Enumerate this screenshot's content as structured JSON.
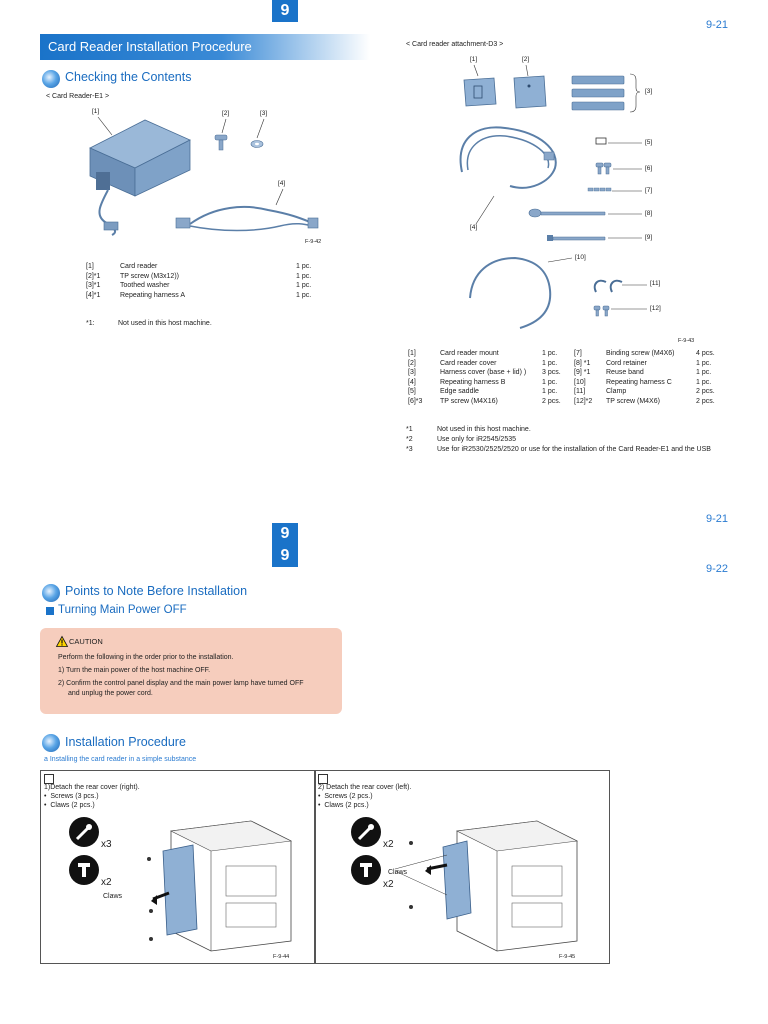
{
  "header": {
    "chapter_top": "9",
    "page_right_top": "9-21"
  },
  "left_section": {
    "title": "Card Reader Installation Procedure",
    "checking_heading": "Checking the Contents",
    "kit_label": "< Card Reader-E1 >",
    "fig_labels": [
      "[1]",
      "[2]",
      "[3]",
      "[4]"
    ],
    "fig_caption": "F-9-42",
    "items": [
      {
        "num": "[1]",
        "name": "Card reader",
        "qty": "1 pc."
      },
      {
        "num": "[2]*1",
        "name": "TP screw (M3x12))",
        "qty": "1 pc."
      },
      {
        "num": "[3]*1",
        "name": "Toothed washer",
        "qty": "1 pc."
      },
      {
        "num": "[4]*1",
        "name": "Repeating harness A",
        "qty": "1 pc."
      }
    ],
    "note_mark": "*1:",
    "note_text": "Not used in this host machine."
  },
  "right_section": {
    "kit_label": "< Card reader attachment-D3 >",
    "fig_labels": [
      "[1]",
      "[2]",
      "[3]",
      "[4]",
      "[5]",
      "[6]",
      "[7]",
      "[8]",
      "[9]",
      "[10]",
      "[11]",
      "[12]"
    ],
    "fig_caption": "F-9-43",
    "items_left": [
      {
        "num": "[1]",
        "name": "Card reader mount",
        "qty": "1 pc."
      },
      {
        "num": "[2]",
        "name": "Card reader cover",
        "qty": "1 pc."
      },
      {
        "num": "[3]",
        "name": "Harness cover (base + lid) )",
        "qty": "3 pcs."
      },
      {
        "num": "[4]",
        "name": "Repeating harness B",
        "qty": "1 pc."
      },
      {
        "num": "[5]",
        "name": "Edge saddle",
        "qty": "1 pc."
      },
      {
        "num": "[6]*3",
        "name": "TP screw (M4X16)",
        "qty": "2 pcs."
      }
    ],
    "items_right": [
      {
        "num": "[7]",
        "name": "Binding screw (M4X6)",
        "qty": "4 pcs."
      },
      {
        "num": "[8] *1",
        "name": "Cord retainer",
        "qty": "1 pc."
      },
      {
        "num": "[9] *1",
        "name": "Reuse band",
        "qty": "1 pc."
      },
      {
        "num": "[10]",
        "name": "Repeating harness C",
        "qty": "1 pc."
      },
      {
        "num": "[11]",
        "name": "Clamp",
        "qty": "2 pcs."
      },
      {
        "num": "[12]*2",
        "name": "TP screw (M4X6)",
        "qty": "2 pcs."
      }
    ],
    "notes": [
      {
        "mark": "*1",
        "text": "Not used in this host machine."
      },
      {
        "mark": "*2",
        "text": "Use only for iR2545/2535"
      },
      {
        "mark": "*3",
        "text": "Use for iR2530/2525/2520 or use for the installation of the Card Reader-E1 and the USB"
      }
    ]
  },
  "mid_markers": {
    "page_right_mid": "9-21",
    "chapter_a": "9",
    "chapter_b": "9",
    "page_right_next": "9-22"
  },
  "points": {
    "heading": "Points to Note Before Installation",
    "subheading": "Turning Main Power OFF",
    "caution_title": "CAUTION",
    "caution_intro": "Perform the following in the order prior to the installation.",
    "caution_step1": "1) Turn the main power of the host machine OFF.",
    "caution_step2a": "2) Confirm the control panel display and the main power lamp have turned OFF",
    "caution_step2b": "and unplug the power cord."
  },
  "install": {
    "heading": "Installation Procedure",
    "sublink": "a Installing the card reader in a simple substance",
    "step1": {
      "title": "1)Detach the rear cover (right).",
      "bullets": [
        "Screws (3 pcs.)",
        "Claws (2 pcs.)"
      ],
      "mult1": "x3",
      "mult2": "x2",
      "claws": "Claws",
      "caption": "F-9-44"
    },
    "step2": {
      "title": "2) Detach the rear cover (left).",
      "bullets": [
        "Screws (2 pcs.)",
        "Claws (2 pcs.)"
      ],
      "mult1": "x2",
      "mult2": "x2",
      "claws": "Claws",
      "caption": "F-9-45"
    }
  }
}
